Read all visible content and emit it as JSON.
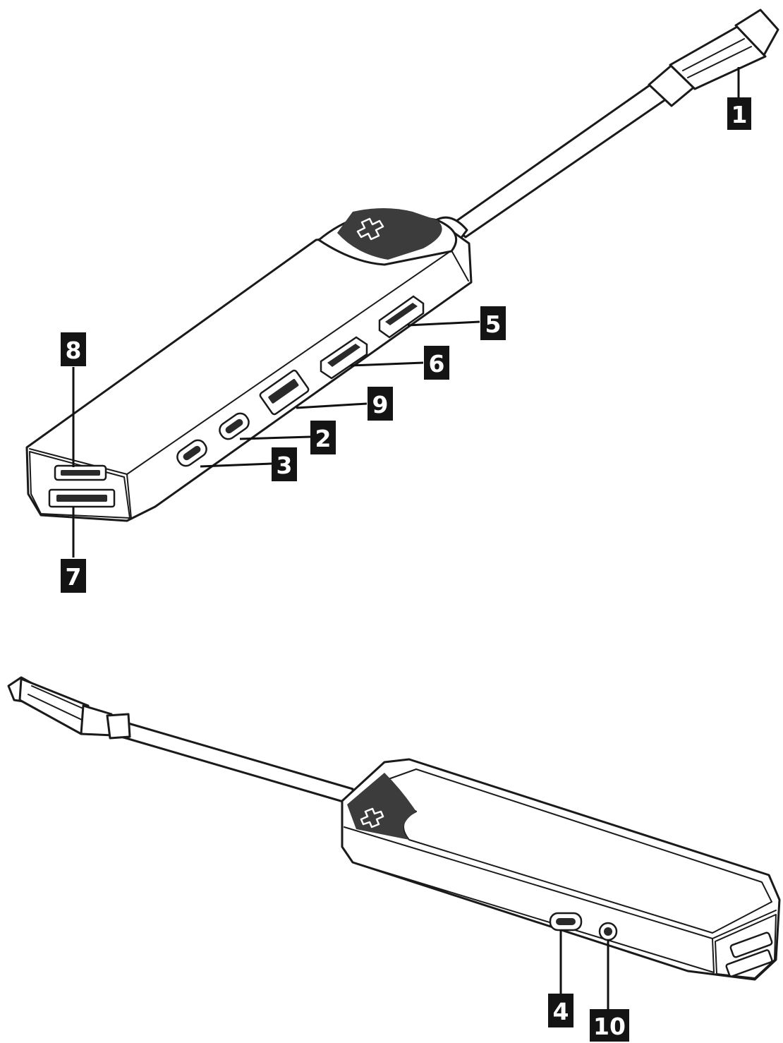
{
  "callouts": {
    "c1": "1",
    "c2": "2",
    "c3": "3",
    "c4": "4",
    "c5": "5",
    "c6": "6",
    "c7": "7",
    "c8": "8",
    "c9": "9",
    "c10": "10"
  },
  "icons": {
    "brand_logo": "cross-logo-icon"
  }
}
